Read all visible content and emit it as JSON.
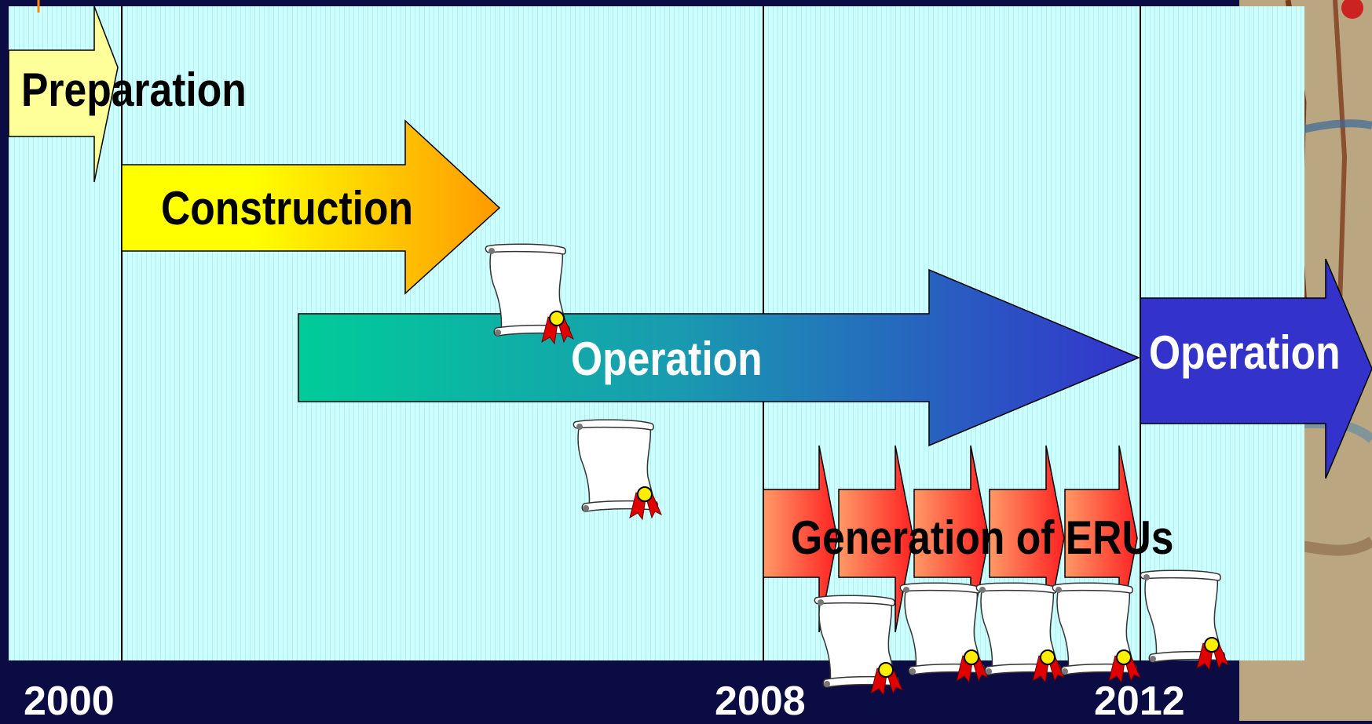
{
  "timeline": {
    "years": [
      "2000",
      "2008",
      "2012"
    ],
    "phases": {
      "preparation": "Preparation",
      "construction": "Construction",
      "operation_1": "Operation",
      "operation_2": "Operation",
      "generation": "Generation of ERUs"
    }
  },
  "colors": {
    "background": "#0c0c44",
    "panel": "#ccffff",
    "preparation_arrow": "#ffff99",
    "construction_arrow_start": "#ffff00",
    "construction_arrow_end": "#ff9900",
    "operation_arrow_start": "#00cc99",
    "operation_arrow_end": "#3333cc",
    "operation_2_arrow": "#3333cc",
    "eru_arrow_start": "#ff9966",
    "eru_arrow_end": "#ff2222",
    "seal": "#e00000"
  },
  "icons": {
    "certificate": "certificate-scroll-icon",
    "seal": "award-ribbon-icon"
  }
}
